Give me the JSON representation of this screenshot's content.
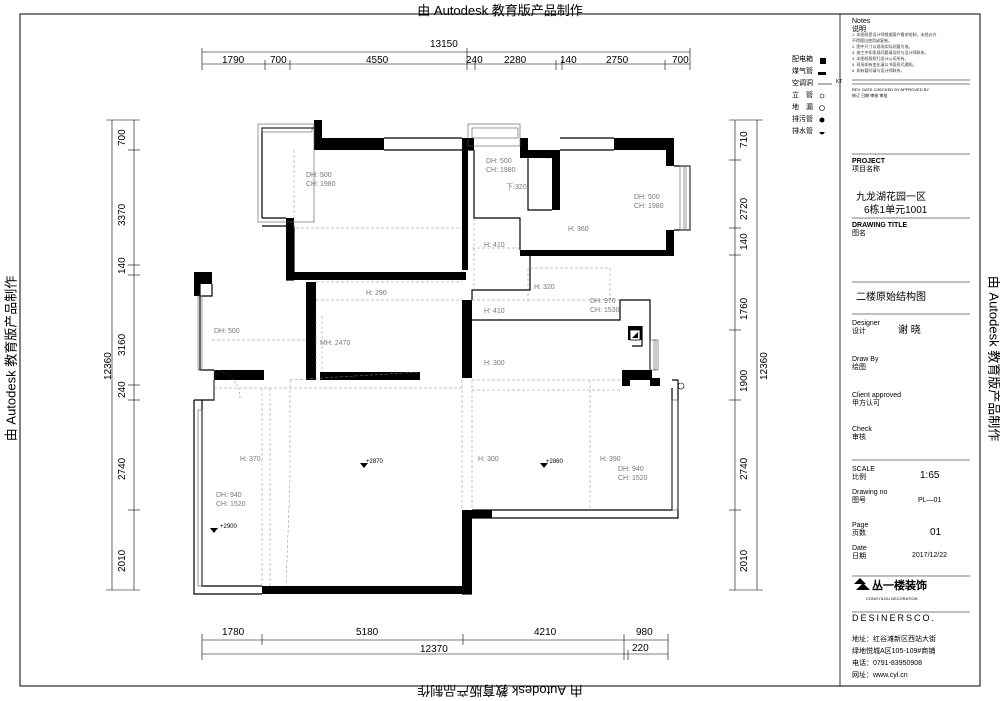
{
  "watermark": "由 Autodesk 教育版产品制作",
  "dims": {
    "top_total": "13150",
    "top_segments": [
      "1790",
      "700",
      "4550",
      "240",
      "2280",
      "140",
      "2750",
      "700"
    ],
    "bottom_total": "12370",
    "bottom_segments": [
      "1780",
      "5180",
      "4210",
      "980"
    ],
    "bottom_extra": "220",
    "left_total": "12360",
    "left_segments": [
      "700",
      "3370",
      "140",
      "3160",
      "240",
      "2740",
      "2010"
    ],
    "right_total": "12360",
    "right_segments": [
      "710",
      "2720",
      "140",
      "1760",
      "1900",
      "2740",
      "2010"
    ]
  },
  "rooms": [
    {
      "lines": [
        "DH: 500",
        "CH: 1980"
      ]
    },
    {
      "lines": [
        "DH: 500",
        "CH: 1980"
      ]
    },
    {
      "lines": [
        "DH: 500",
        "CH: 1980"
      ]
    },
    {
      "lines": [
        "DH: 500"
      ]
    },
    {
      "lines": [
        "DH: 970",
        "CH: 1530"
      ]
    },
    {
      "lines": [
        "DH: 940",
        "CH: 1520"
      ]
    },
    {
      "lines": [
        "DH: 940",
        "CH: 1520"
      ]
    }
  ],
  "beams": [
    "下:320",
    "H: 410",
    "H: 360",
    "H: 290",
    "H: 320",
    "H: 410",
    "MH: 2470",
    "H: 300",
    "H: 370",
    "H: 300",
    "H: 390"
  ],
  "levels": [
    "+2870",
    "+2860",
    "+2900"
  ],
  "legend": {
    "title": "Notes",
    "subtitle": "说明",
    "items": [
      "配电箱",
      "煤气管",
      "空调洞",
      "立　管",
      "地　漏",
      "排污管",
      "排水管"
    ],
    "kt": "KT"
  },
  "revision_header": "REV.  DATE  CHECKED BY  APPROVED BY",
  "revision_header_cn": "修订   日期    审核      审批",
  "notes_text": [
    "1.  本图纸是设计师根据客户需求绘制，未经允许",
    "     不得擅自使用或复制。",
    "2.  图中尺寸以现场实际测量为准。",
    "3.  施工中如发现问题请及时与设计师联系。",
    "4.  本图纸版权归设计公司所有。",
    "5.  现场如有变化请以书面形式通知。",
    "6.  如有疑问请与设计师联系。"
  ],
  "titleblock": {
    "project_label": "PROJECT",
    "project_label_cn": "项目名称",
    "project_line1": "九龙湖花园一区",
    "project_line2": "6栋1单元1001",
    "drawing_title_label": "DRAWING TITLE",
    "drawing_title_label_cn": "图名",
    "drawing_title": "二楼原始结构图",
    "designer_label": "Designer",
    "designer_label_cn": "设计",
    "designer": "谢 晓",
    "drawby_label": "Draw By",
    "drawby_label_cn": "绘图",
    "client_label": "Client approved",
    "client_label_cn": "甲方认可",
    "check_label": "Check",
    "check_label_cn": "审核",
    "scale_label": "SCALE",
    "scale_label_cn": "比例",
    "scale": "1:65",
    "drawing_no_label": "Drawing no",
    "drawing_no_label_cn": "图号",
    "drawing_no": "PL—01",
    "page_label": "Page",
    "page_label_cn": "页数",
    "page": "01",
    "date_label": "Date",
    "date_label_cn": "日期",
    "date": "2017/12/22",
    "company_cn": "丛一楼装饰",
    "company_en": "CONGYILOU DECORATION",
    "company_tag": "DESINERSCO.",
    "address": "地址：红谷滩新区西站大街",
    "address2": "绿地悦城A区105-109#商铺",
    "phone": "电话：0791-83950908",
    "web": "网址：www.cyl.cn"
  },
  "colors": {
    "line": "#000000",
    "grey": "#8a8a8a",
    "light": "#bdbdbd"
  }
}
